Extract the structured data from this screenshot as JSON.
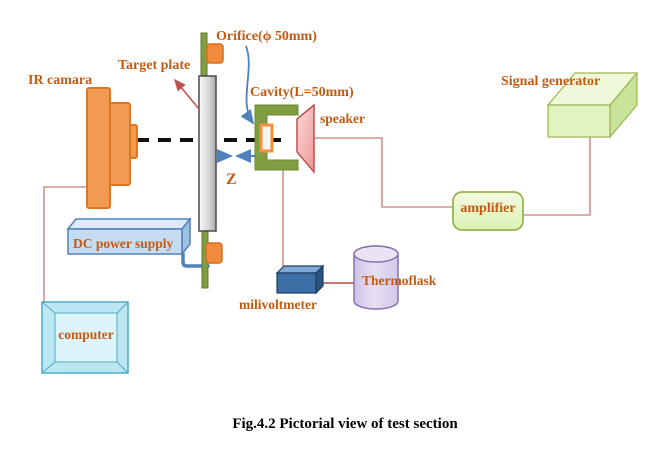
{
  "figure": {
    "caption": "Fig.4.2  Pictorial view of test section"
  },
  "labels": {
    "ir_camera": "IR camara",
    "target_plate": "Target plate",
    "orifice": "Orifice(ϕ 50mm)",
    "cavity": "Cavity(L=50mm)",
    "speaker": "speaker",
    "signal_generator": "Signal generator",
    "amplifier": "amplifier",
    "dc_power_supply": "DC power supply",
    "computer": "computer",
    "millivoltmeter": "milivoltmeter",
    "thermoflask": "Thermoflask",
    "z_axis": "Z"
  },
  "colors": {
    "label_text": "#C55A11",
    "caption_text": "#000000",
    "camera_fill": "#F09A52",
    "camera_stroke": "#DC761F",
    "plate_stroke": "#4A4A4A",
    "rod_green": "#7E9E41",
    "cavity_green": "#7E9E41",
    "knob_orange": "#F08A3C",
    "orifice_stroke": "#F0913C",
    "speaker_stroke": "#C0504D",
    "wire_salmon": "#CE928A",
    "wire_red": "#BD6258",
    "blue_accent": "#4F81BD",
    "signal_gen_fill": "#E3F3C0",
    "signal_gen_stroke": "#9CB356",
    "amplifier_stroke": "#94B64E",
    "dc_fill": "#C6DCF2",
    "computer_stroke": "#4BACC6",
    "mv_fill": "#3A6EA5",
    "thermo_stroke": "#8472B0"
  }
}
